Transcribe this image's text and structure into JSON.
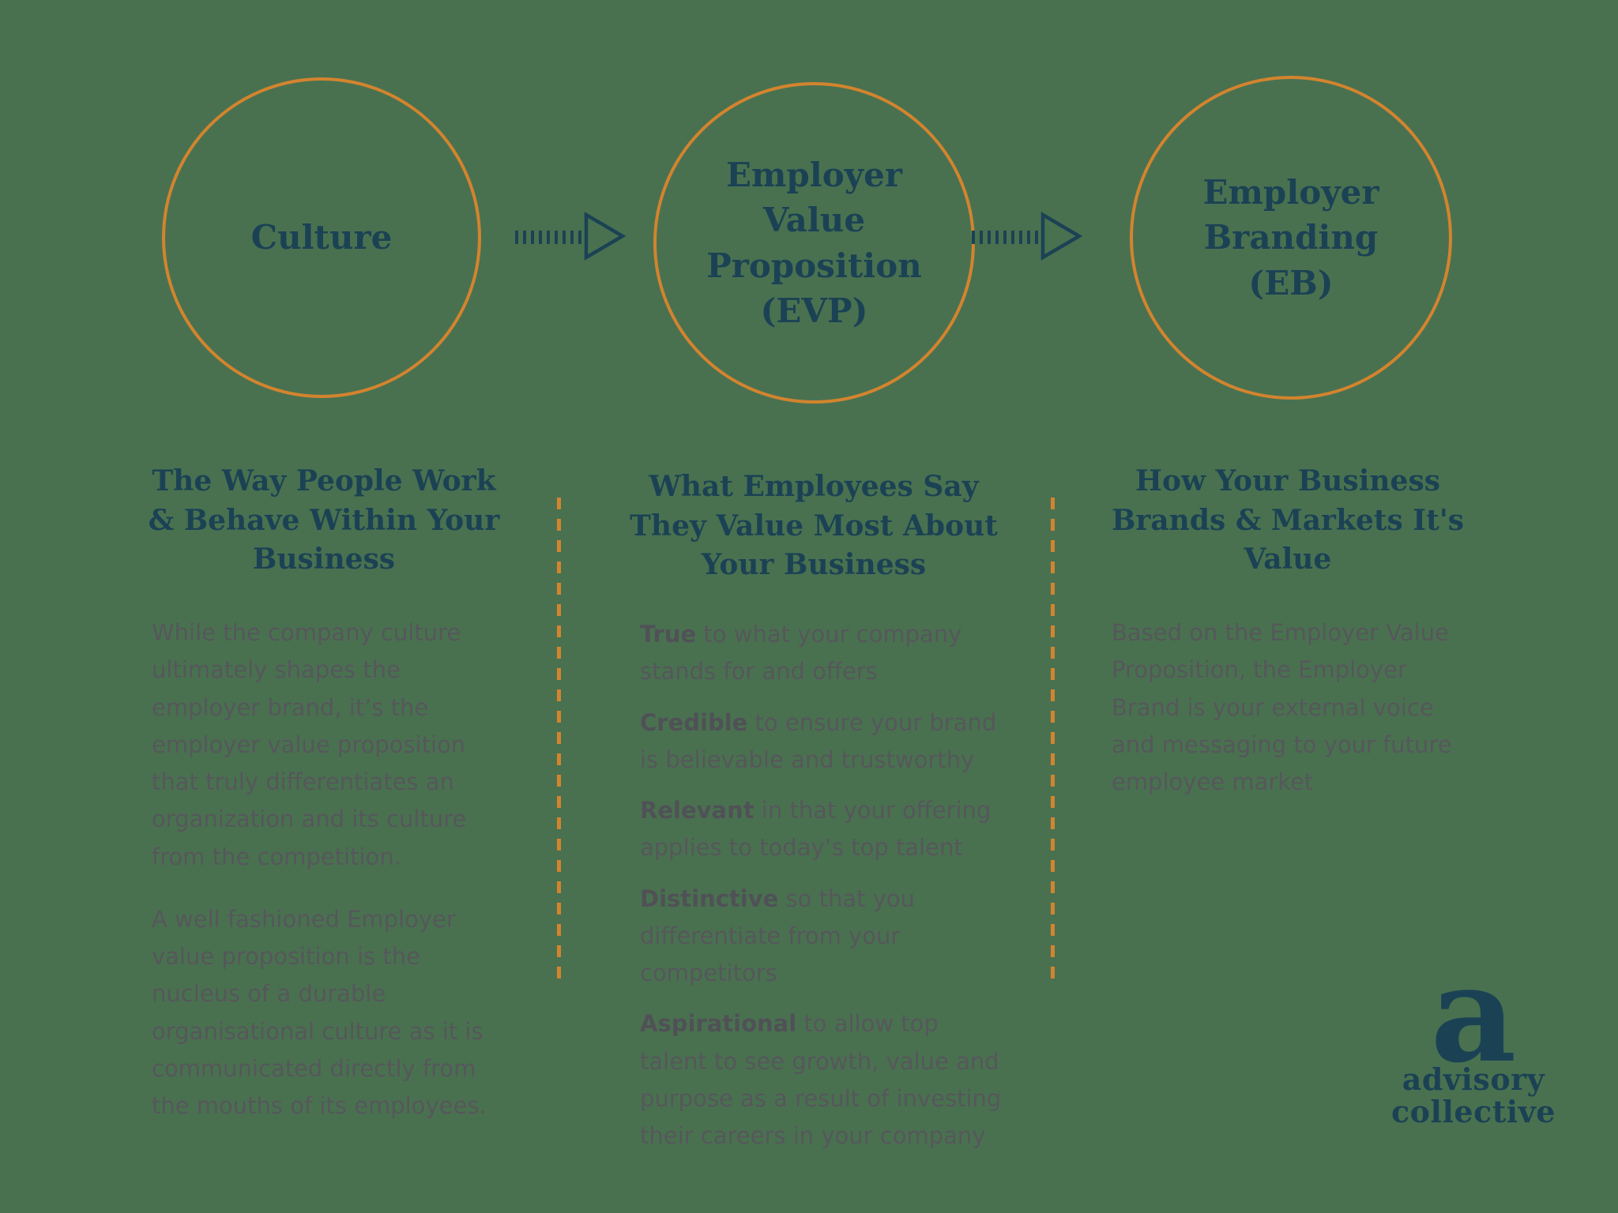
{
  "colors": {
    "background": "#497150",
    "accent_orange": "#d3842e",
    "navy_text": "#1b4254",
    "body_gray": "#56575b"
  },
  "flow": {
    "circles": [
      {
        "lines": [
          "Culture"
        ]
      },
      {
        "lines": [
          "Employer",
          "Value",
          "Proposition",
          "(EVP)"
        ]
      },
      {
        "lines": [
          "Employer",
          "Branding",
          "(EB)"
        ]
      }
    ]
  },
  "columns": [
    {
      "heading_lines": [
        "The Way People Work",
        "& Behave Within Your",
        "Business"
      ],
      "paragraphs": [
        "While the company culture ultimately shapes the employer brand, it’s the employer value proposition that truly differentiates an organization and its culture from the competition.",
        "A well fashioned Employer value proposition is the nucleus of a durable organisational culture as it is communicated directly from the mouths of its employees."
      ]
    },
    {
      "heading_lines": [
        "What Employees Say",
        "They Value Most About",
        "Your Business"
      ],
      "items": [
        {
          "lead": "True",
          "rest": " to what your company stands for and offers"
        },
        {
          "lead": "Credible",
          "rest": " to ensure your brand is believable and trustworthy"
        },
        {
          "lead": "Relevant",
          "rest": " in that your offering applies to today’s top talent"
        },
        {
          "lead": "Distinctive",
          "rest": " so that you differentiate from your competitors"
        },
        {
          "lead": "Aspirational",
          "rest": " to allow top talent to see growth, value and purpose as a result of investing their careers in your company"
        }
      ]
    },
    {
      "heading_lines": [
        "How Your Business",
        "Brands & Markets It's",
        "Value"
      ],
      "paragraphs": [
        "Based on the Employer Value Proposition, the Employer Brand is your external voice and messaging to your future employee market"
      ]
    }
  ],
  "logo": {
    "mark": "a",
    "line1": "advisory",
    "line2": "collective"
  }
}
